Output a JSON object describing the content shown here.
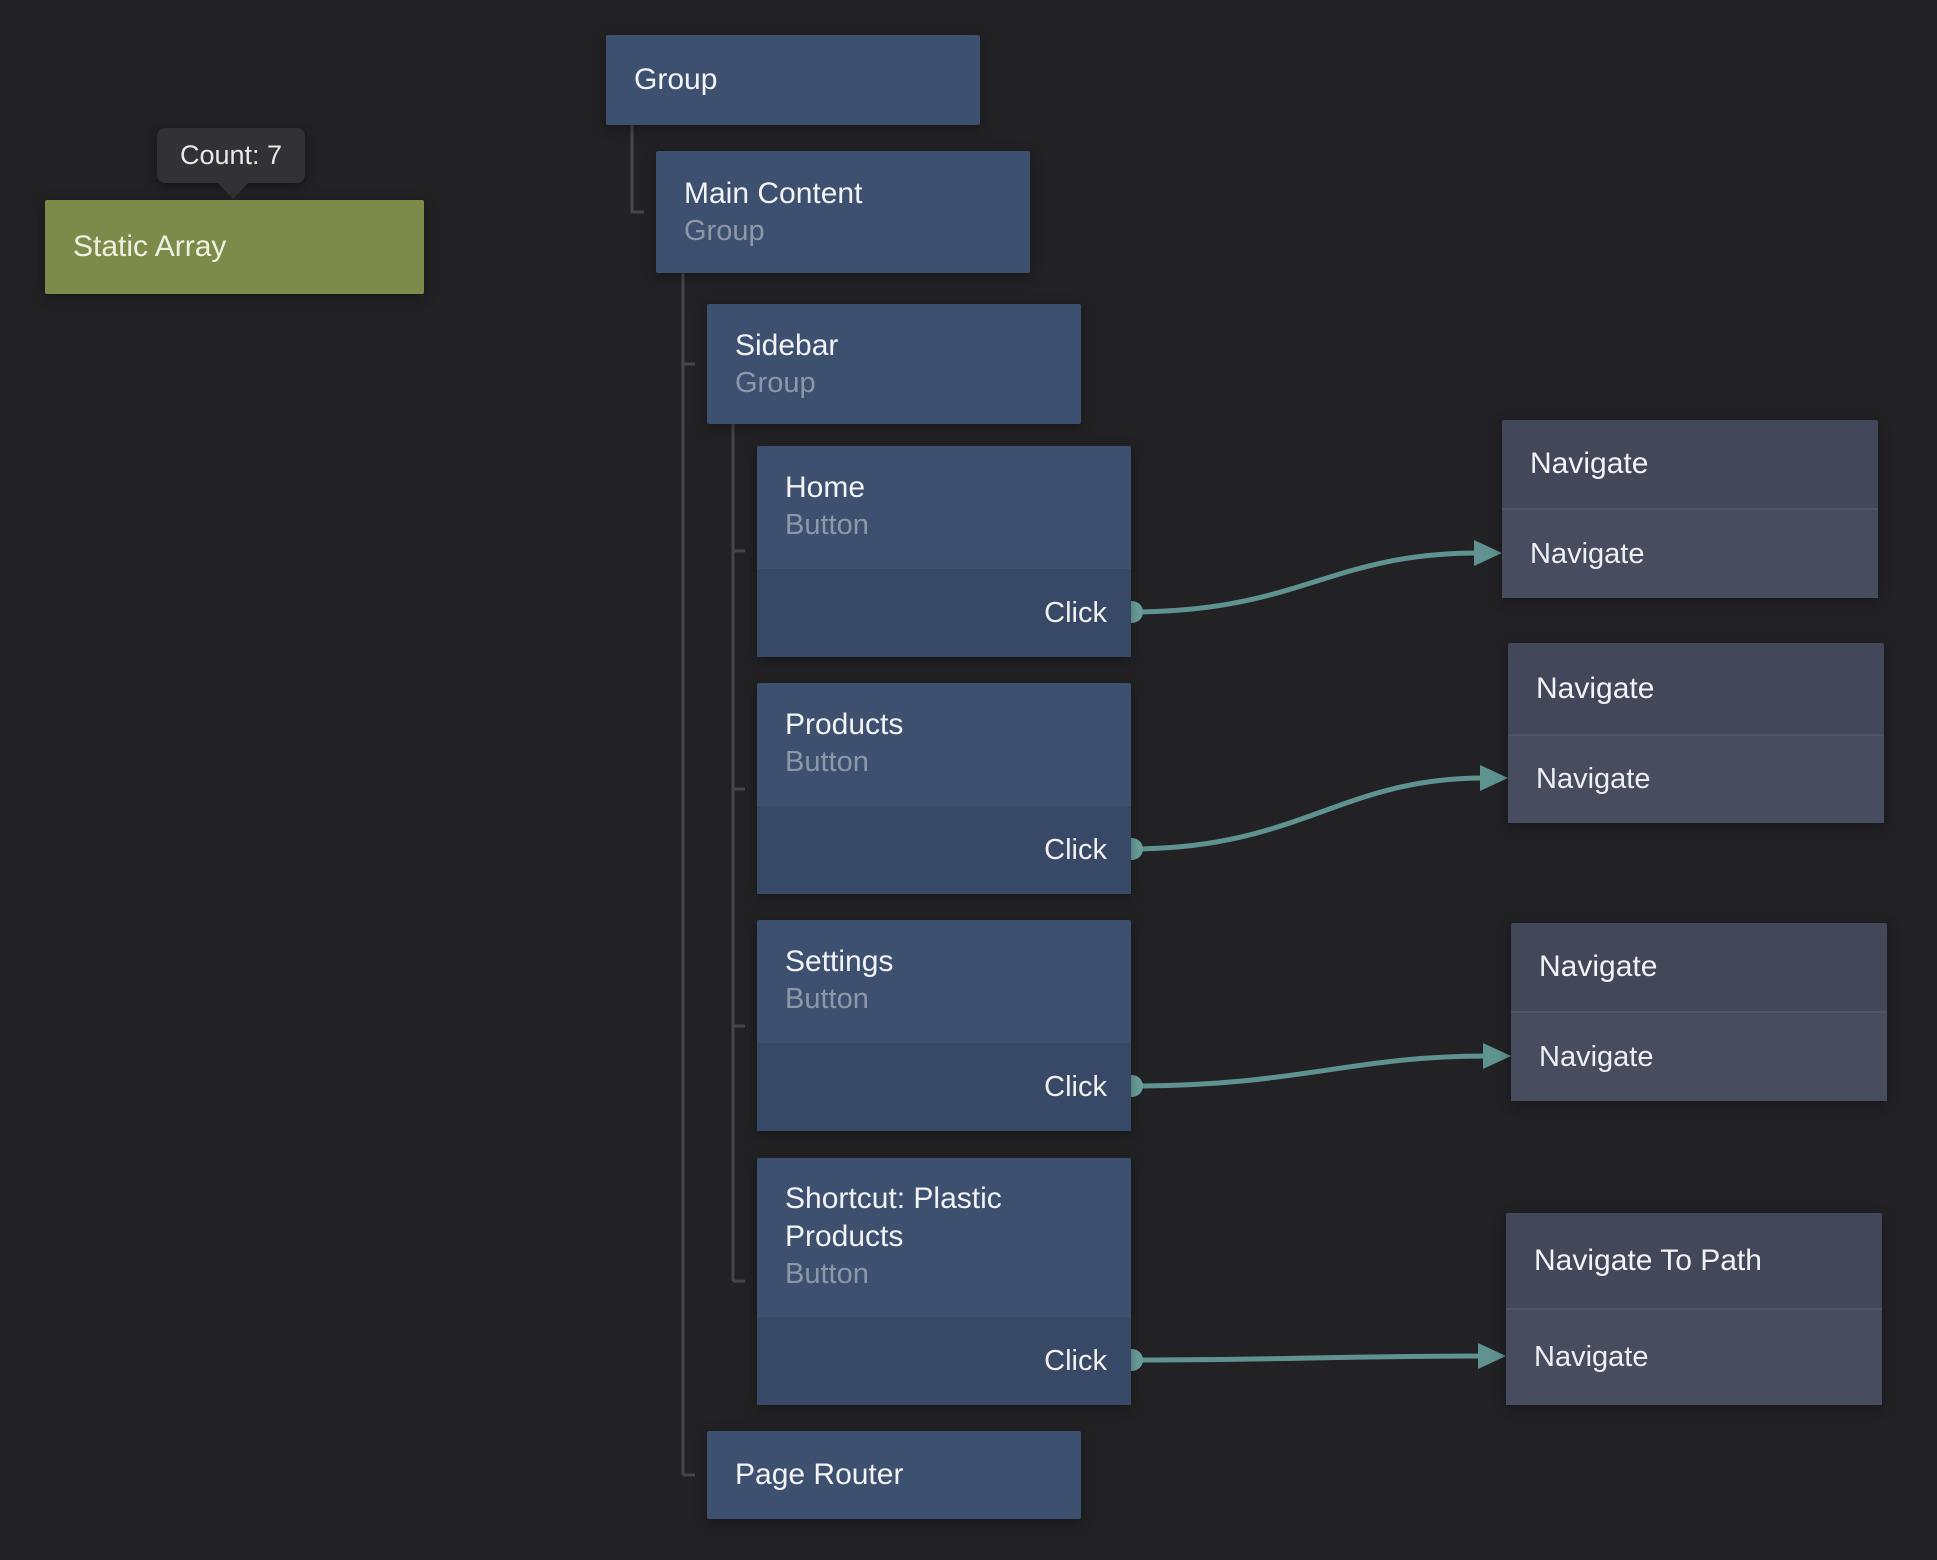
{
  "colors": {
    "background": "#222124",
    "node_blue_header": "#3D506F",
    "node_blue_body": "#384967",
    "node_gray_header": "#42485A",
    "node_gray_body": "#474D5F",
    "static_array_green": "#7D8B4A",
    "tooltip_bg": "#323234",
    "wire": "#5F9390",
    "port": "#6BA09D",
    "tree_line": "#464749",
    "title_text": "#F2F3F5",
    "subtitle_text": "#8D97A8"
  },
  "tooltip": {
    "text": "Count: 7"
  },
  "static_array": {
    "title": "Static Array"
  },
  "tree": {
    "group": {
      "title": "Group"
    },
    "main_content": {
      "title": "Main Content",
      "subtitle": "Group"
    },
    "sidebar": {
      "title": "Sidebar",
      "subtitle": "Group"
    },
    "home": {
      "title": "Home",
      "subtitle": "Button",
      "output": "Click"
    },
    "products": {
      "title": "Products",
      "subtitle": "Button",
      "output": "Click"
    },
    "settings": {
      "title": "Settings",
      "subtitle": "Button",
      "output": "Click"
    },
    "shortcut": {
      "title": "Shortcut: Plastic Products",
      "subtitle": "Button",
      "output": "Click"
    },
    "page_router": {
      "title": "Page Router"
    }
  },
  "navigate_nodes": [
    {
      "title": "Navigate",
      "input": "Navigate"
    },
    {
      "title": "Navigate",
      "input": "Navigate"
    },
    {
      "title": "Navigate",
      "input": "Navigate"
    },
    {
      "title": "Navigate To Path",
      "input": "Navigate"
    }
  ]
}
